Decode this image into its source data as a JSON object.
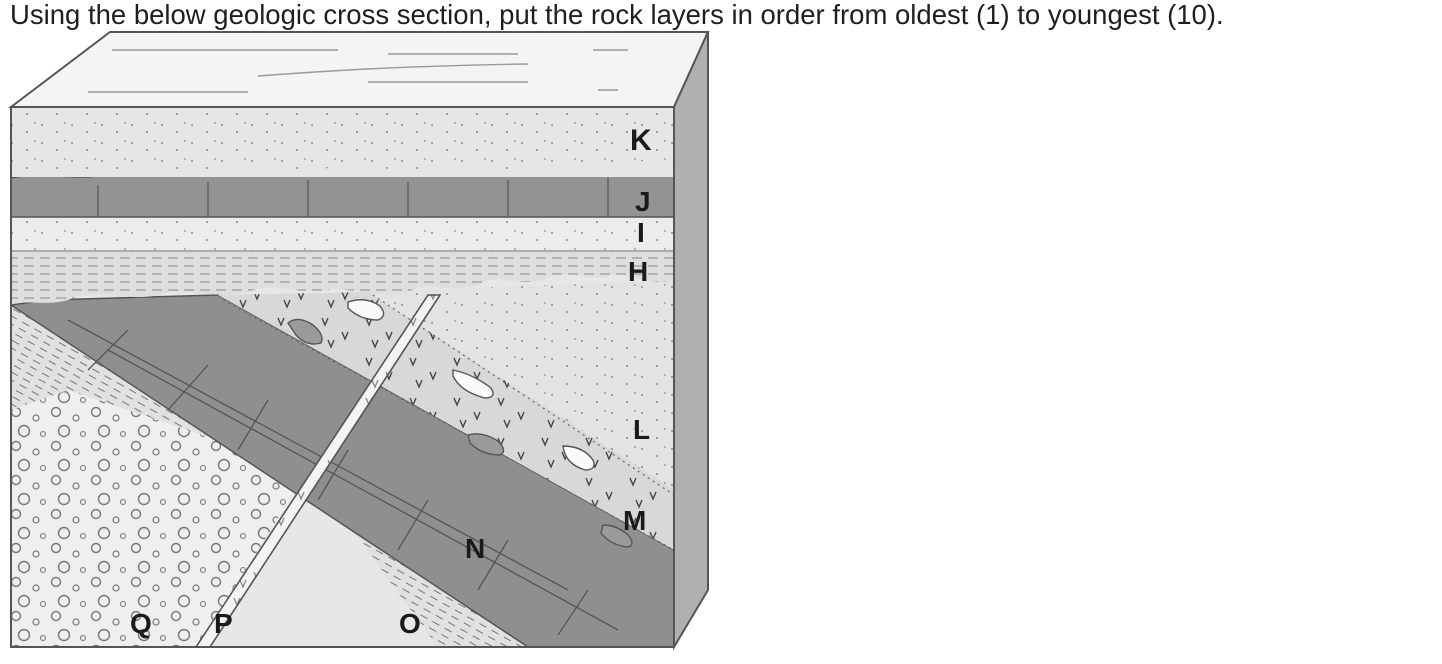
{
  "question": {
    "text": "Using the below geologic cross section, put the rock layers in order from oldest (1) to youngest (10)."
  },
  "figure": {
    "layer_labels": {
      "K": "K",
      "J": "J",
      "I": "I",
      "H": "H",
      "L": "L",
      "M": "M",
      "N": "N",
      "O": "O",
      "P": "P",
      "Q": "Q"
    },
    "colors": {
      "stroke": "#555555",
      "light_fill": "#e2e2e2",
      "mid_fill": "#c9c9c9",
      "dark_fill": "#8e8e8e",
      "side_fill": "#b3b3b3",
      "top_fill": "#f1f1f1"
    }
  }
}
